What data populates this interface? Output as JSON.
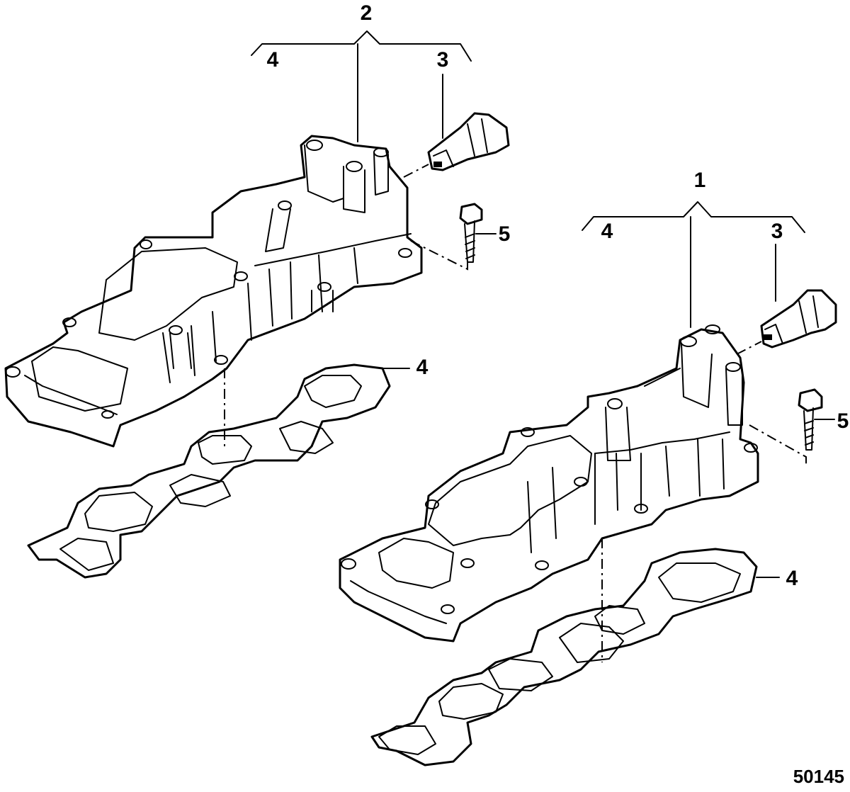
{
  "callouts": {
    "left_assembly": "2",
    "left_gasket_top": "4",
    "left_actuator": "3",
    "left_screw": "5",
    "left_gasket": "4",
    "right_assembly": "1",
    "right_gasket_top": "4",
    "right_actuator": "3",
    "right_screw": "5",
    "right_gasket": "4"
  },
  "figure_number": "50145"
}
